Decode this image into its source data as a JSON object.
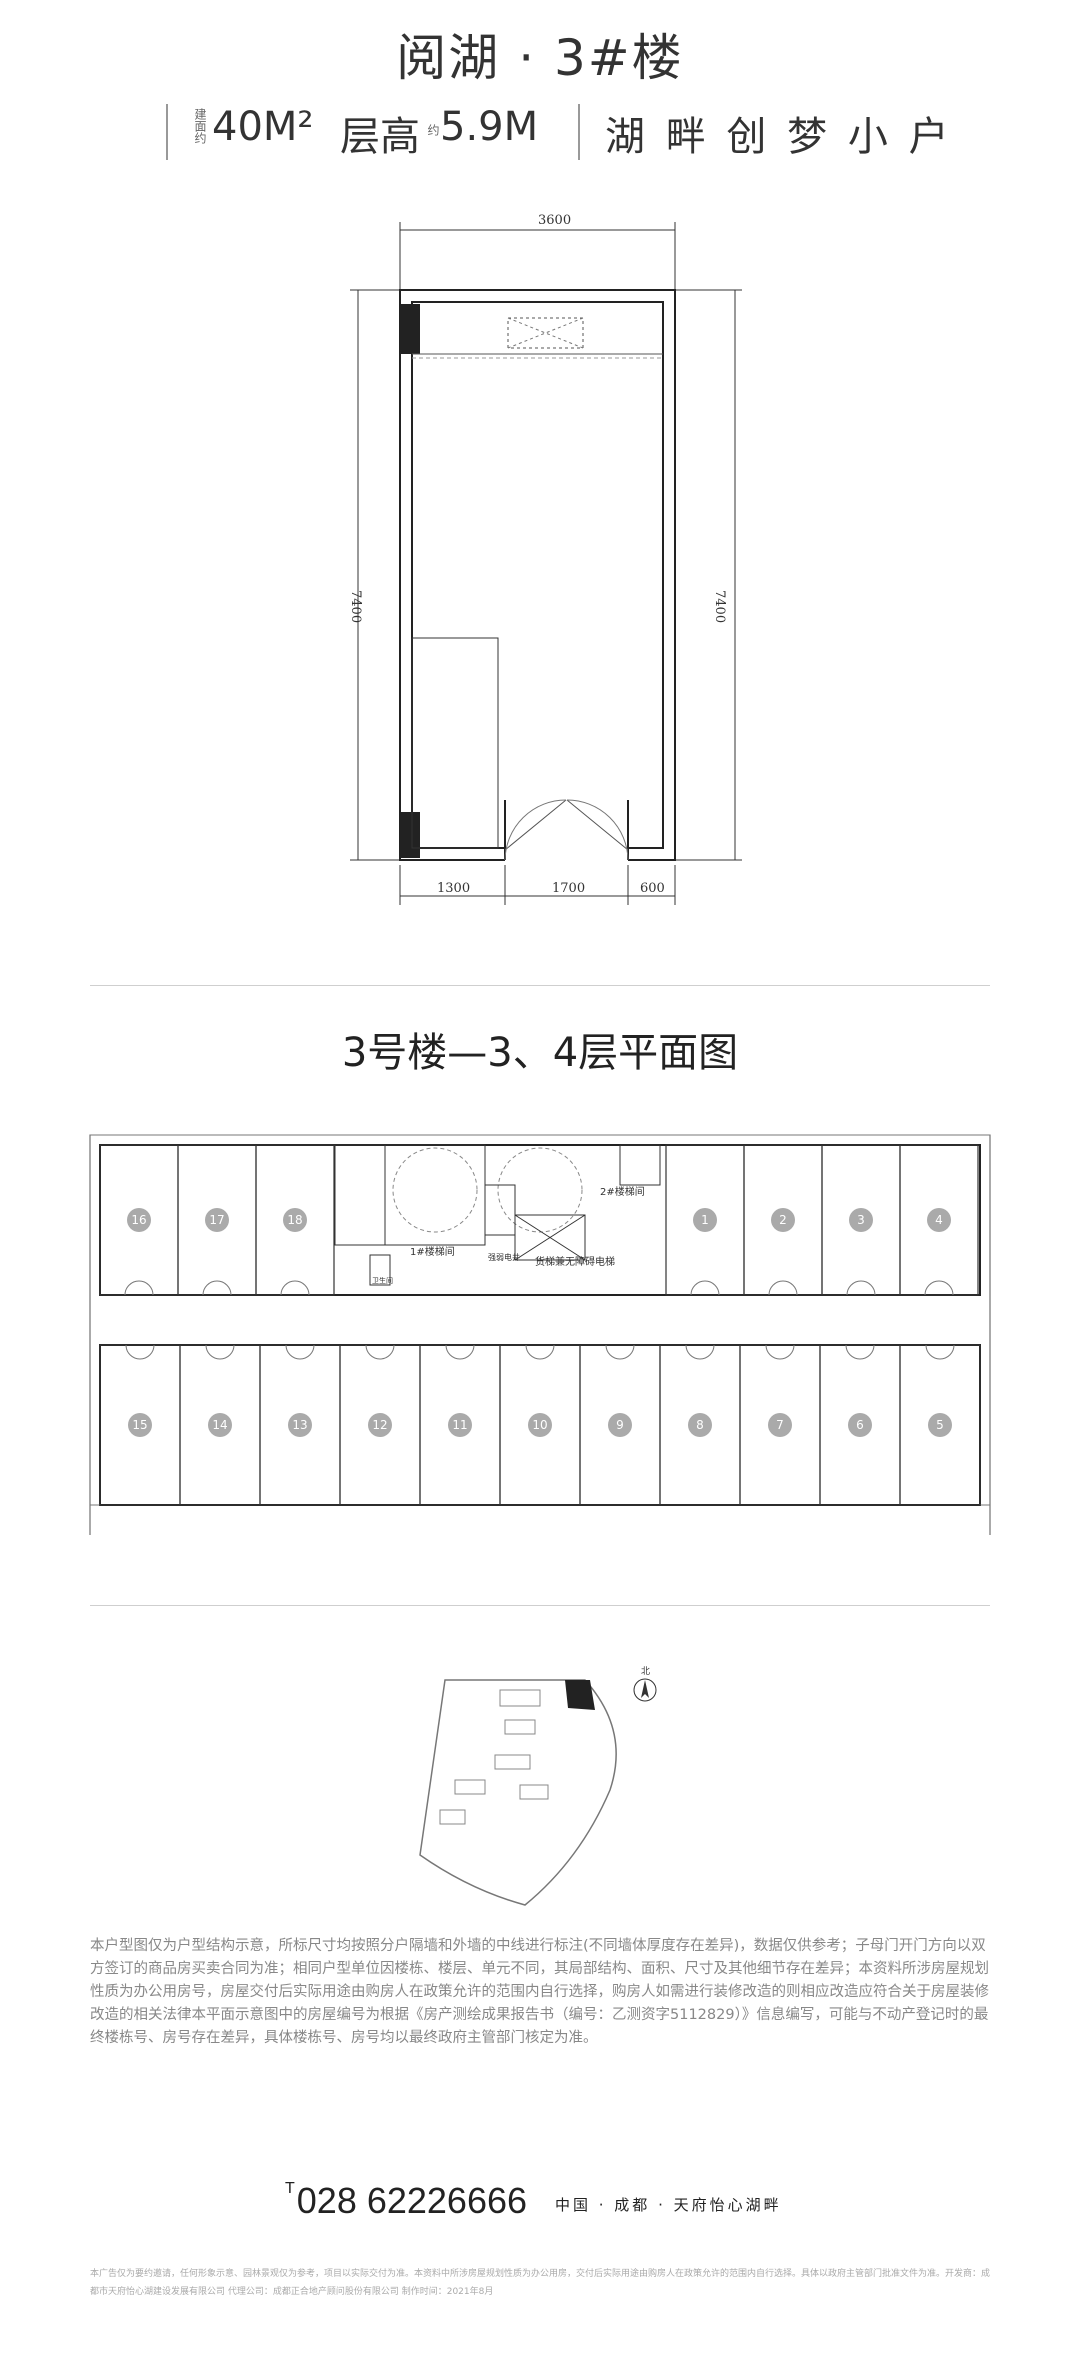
{
  "header": {
    "title": "阅湖 · 3#楼",
    "area_tag": "建面约",
    "area": "40M²",
    "height_label": "层高",
    "height_tag": "约",
    "height_value": "5.9M",
    "slogan": "湖 畔 创 梦 小 户"
  },
  "unit_plan": {
    "top_width": "3600",
    "left_depth": "7400",
    "right_depth": "7400",
    "bottom_dims": [
      "1300",
      "1700",
      "600"
    ]
  },
  "floor_plan": {
    "title": "3号楼—3、4层平面图",
    "top_units": [
      "16",
      "17",
      "18",
      "1",
      "2",
      "3",
      "4"
    ],
    "bottom_units": [
      "15",
      "14",
      "13",
      "12",
      "11",
      "10",
      "9",
      "8",
      "7",
      "6",
      "5"
    ],
    "labels": {
      "stair_a": "1#楼梯间",
      "stair_b": "2#楼梯间",
      "elevator": "货梯兼无障碍电梯",
      "shaft": "强弱电井",
      "toilet": "卫生间"
    }
  },
  "site_plan": {
    "north": "北"
  },
  "disclaimer": "本户型图仅为户型结构示意，所标尺寸均按照分户隔墙和外墙的中线进行标注(不同墙体厚度存在差异)，数据仅供参考；子母门开门方向以双方签订的商品房买卖合同为准；相同户型单位因楼栋、楼层、单元不同，其局部结构、面积、尺寸及其他细节存在差异；本资料所涉房屋规划性质为办公用房号，房屋交付后实际用途由购房人在政策允许的范围内自行选择，购房人如需进行装修改造的则相应改造应符合关于房屋装修改造的相关法律本平面示意图中的房屋编号为根据《房产测绘成果报告书（编号：乙测资字5112829）》信息编写，可能与不动产登记时的最终楼栋号、房号存在差异，具体楼栋号、房号均以最终政府主管部门核定为准。",
  "contact": {
    "phone_prefix": "T",
    "phone": "028 62226666",
    "tagline": "中国 · 成都 · 天府怡心湖畔"
  },
  "fineprint": "本广告仅为要约邀请，任何形象示意、园林景观仅为参考，项目以实际交付为准。本资料中所涉房屋规划性质为办公用房，交付后实际用途由购房人在政策允许的范围内自行选择。具体以政府主管部门批准文件为准。开发商：成都市天府怡心湖建设发展有限公司 代理公司：成都正合地产顾问股份有限公司 制作时间：2021年8月"
}
